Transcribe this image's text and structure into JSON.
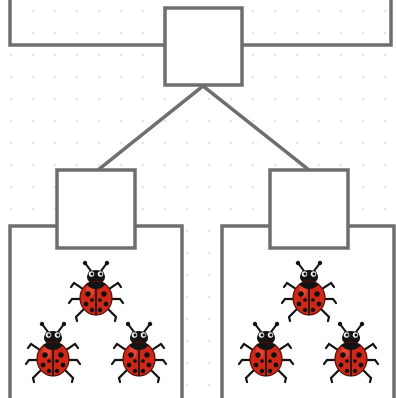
{
  "diagram": {
    "type": "number-bond-tree",
    "top_box": {
      "value": ""
    },
    "left_box": {
      "value": ""
    },
    "right_box": {
      "value": ""
    },
    "groups": [
      {
        "id": "left-group",
        "item": "ladybug",
        "count": 3
      },
      {
        "id": "right-group",
        "item": "ladybug",
        "count": 3
      }
    ],
    "colors": {
      "line": "#6e6e6e",
      "box_fill": "#ffffff",
      "ladybug_shell": "#d02818",
      "ladybug_spots": "#111111",
      "dot_grid": "#e4e4e4"
    }
  }
}
